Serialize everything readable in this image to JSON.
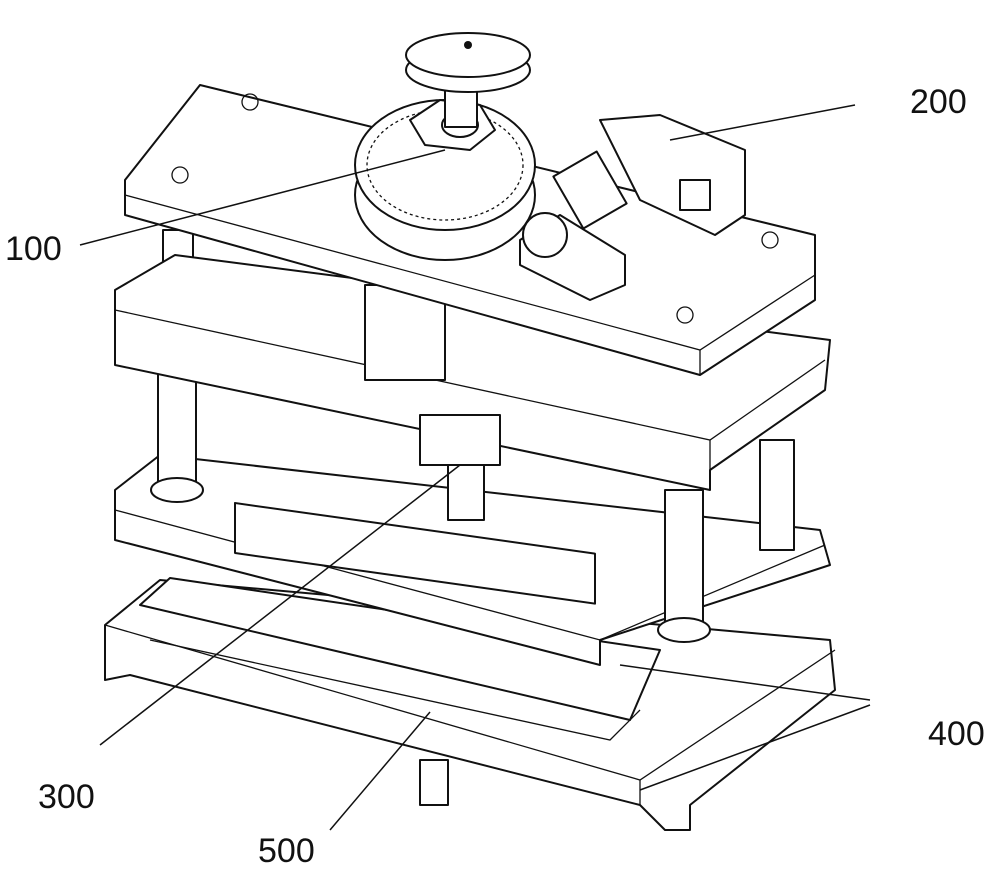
{
  "figure": {
    "type": "patent mechanical drawing",
    "labels": [
      {
        "id": "label-200",
        "text": "200"
      },
      {
        "id": "label-100",
        "text": "100"
      },
      {
        "id": "label-300",
        "text": "300"
      },
      {
        "id": "label-400",
        "text": "400"
      },
      {
        "id": "label-500",
        "text": "500"
      }
    ]
  }
}
